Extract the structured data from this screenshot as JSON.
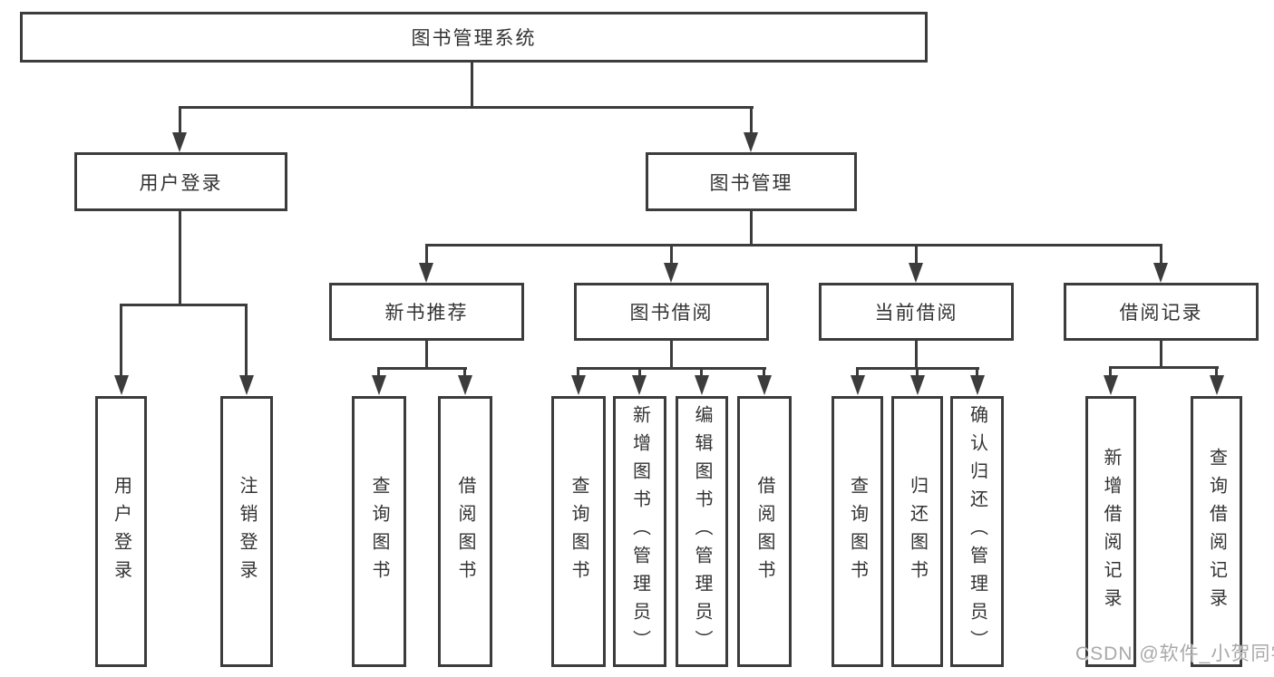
{
  "diagram": {
    "watermark": "CSDN @软件_小贺同学",
    "colors": {
      "line": "#3c3c3c",
      "text": "#333333",
      "watermark": "#a9a9a9",
      "background": "#ffffff"
    },
    "tree": {
      "root": "图书管理系统",
      "children": [
        {
          "label": "用户登录",
          "children": [
            {
              "label": "用户登录"
            },
            {
              "label": "注销登录"
            }
          ]
        },
        {
          "label": "图书管理",
          "children": [
            {
              "label": "新书推荐",
              "children": [
                {
                  "label": "查询图书"
                },
                {
                  "label": "借阅图书"
                }
              ]
            },
            {
              "label": "图书借阅",
              "children": [
                {
                  "label": "查询图书"
                },
                {
                  "label": "新增图书（管理员）"
                },
                {
                  "label": "编辑图书（管理员）"
                },
                {
                  "label": "借阅图书"
                }
              ]
            },
            {
              "label": "当前借阅",
              "children": [
                {
                  "label": "查询图书"
                },
                {
                  "label": "归还图书"
                },
                {
                  "label": "确认归还（管理员）"
                }
              ]
            },
            {
              "label": "借阅记录",
              "children": [
                {
                  "label": "新增借阅记录"
                },
                {
                  "label": "查询借阅记录"
                }
              ]
            }
          ]
        }
      ]
    }
  }
}
